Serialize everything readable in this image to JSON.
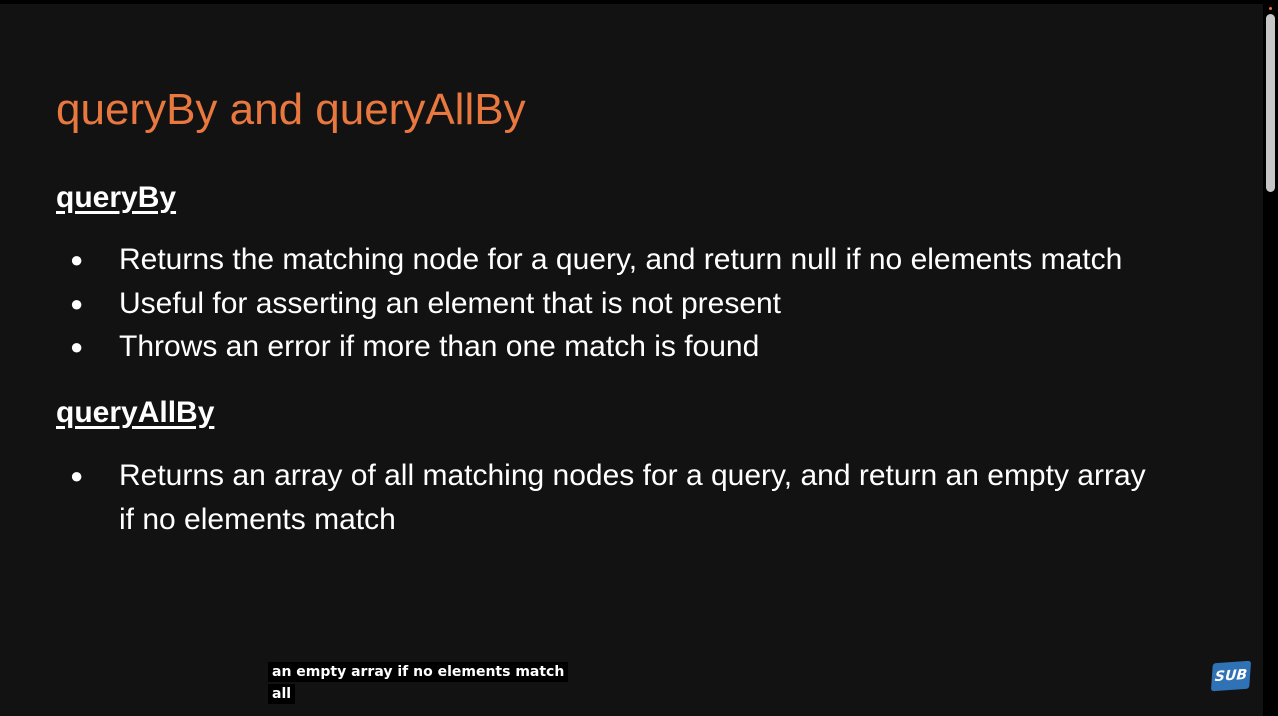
{
  "slide": {
    "title": "queryBy and queryAllBy",
    "title_color": "#E8783F",
    "sections": [
      {
        "heading": "queryBy",
        "bullets": [
          {
            "lines": [
              "Returns the matching node for a query, and return null if no elements match"
            ]
          },
          {
            "lines": [
              "Useful for asserting an element that is not present"
            ]
          },
          {
            "lines": [
              "Throws an error if more than one match is found"
            ]
          }
        ]
      },
      {
        "heading": "queryAllBy",
        "bullets": [
          {
            "lines": [
              "Returns an array of all matching nodes for a query, and return an empty array",
              "if no elements match"
            ]
          }
        ]
      }
    ]
  },
  "captions": {
    "lines": [
      "an empty array if no elements match",
      "all"
    ]
  },
  "badge": {
    "label": "SUB",
    "color": "#2F72B6"
  },
  "colors": {
    "background": "#121212",
    "text": "#FFFFFF",
    "scrollbar_thumb": "#C7C7C7"
  }
}
